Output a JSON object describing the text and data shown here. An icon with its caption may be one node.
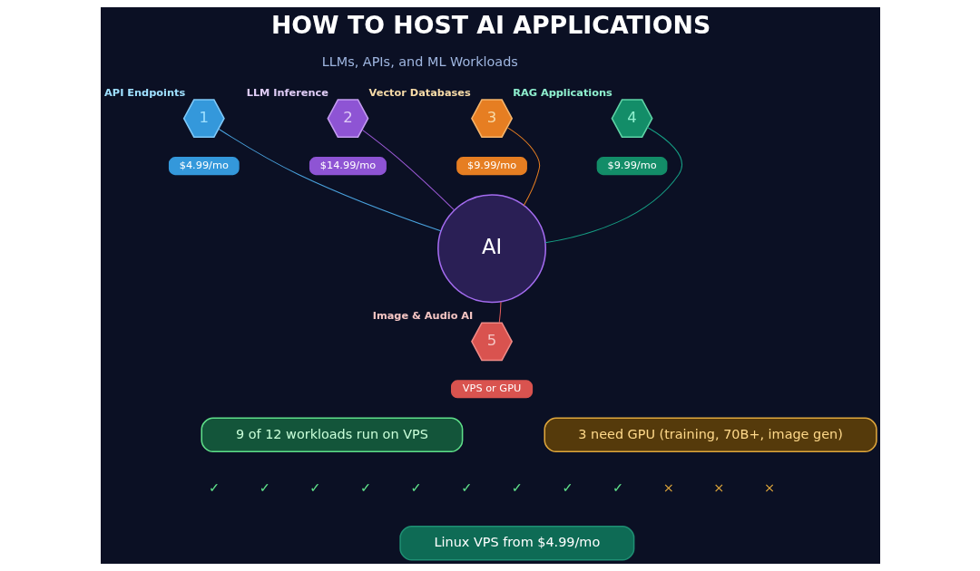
{
  "diagram": {
    "title": "HOW TO HOST AI APPLICATIONS",
    "nodes": [
      {
        "text": [
          "1"
        ],
        "beside": [
          "API Endpoints"
        ]
      },
      {
        "text": [
          "$4.99/mo"
        ]
      },
      {
        "text": [
          "2"
        ],
        "beside": [
          "LLM Inference"
        ]
      },
      {
        "text": [
          "$14.99/mo"
        ]
      },
      {
        "text": [
          "3"
        ],
        "beside": [
          "Vector Databases"
        ]
      },
      {
        "text": [
          "$9.99/mo"
        ]
      },
      {
        "text": [
          "4"
        ],
        "beside": [
          "RAG Applications"
        ]
      },
      {
        "text": [
          "$9.99/mo"
        ]
      },
      {
        "text": [
          "AI"
        ]
      },
      {
        "text": [
          "5"
        ],
        "beside": [
          "Image & Audio AI"
        ]
      },
      {
        "text": [
          "VPS or GPU"
        ]
      },
      {
        "text": [
          "9 of 12 workloads run on VPS"
        ]
      },
      {
        "text": [
          "3 need GPU (training, 70B+, image gen)"
        ]
      },
      {
        "text": [
          "Linux VPS from $4.99/mo"
        ]
      }
    ],
    "edges": [
      {
        "from": 0,
        "to": 8,
        "arrow": "none",
        "color": "#4aa3df"
      },
      {
        "from": 2,
        "to": 8,
        "arrow": "none",
        "color": "#9b59d6"
      },
      {
        "from": 4,
        "to": 8,
        "arrow": "none",
        "color": "#e67e22"
      },
      {
        "from": 6,
        "to": 8,
        "arrow": "none",
        "color": "#16a085"
      },
      {
        "from": 9,
        "to": 8,
        "arrow": "none",
        "color": "#e05a5a"
      }
    ],
    "labels": [
      "LLMs, APIs, and ML Workloads",
      "✓",
      "✓",
      "✓",
      "✓",
      "✓",
      "✓",
      "✓",
      "✓",
      "✓",
      "×",
      "×",
      "×"
    ]
  }
}
